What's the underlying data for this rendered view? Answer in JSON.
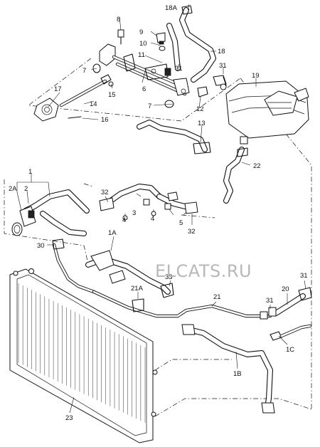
{
  "watermark": "ELCATS.RU",
  "callouts": {
    "c1": "1",
    "c2": "2",
    "c2a": "2A",
    "c1a": "1A",
    "c1b": "1B",
    "c1c": "1C",
    "c3": "3",
    "c4a": "4",
    "c4b": "4",
    "c5": "5",
    "c6": "6",
    "c7a": "7",
    "c7b": "7",
    "c8": "8",
    "c9": "9",
    "c10": "10",
    "c11": "11",
    "c12": "12",
    "c13": "13",
    "c14": "14",
    "c15": "15",
    "c16": "16",
    "c17": "17",
    "c18": "18",
    "c18a": "18A",
    "c19": "19",
    "c20": "20",
    "c21": "21",
    "c21a": "21A",
    "c22": "22",
    "c23": "23",
    "c30": "30",
    "c31a": "31",
    "c31b": "31",
    "c31c": "31",
    "c31d": "31",
    "c32a": "32",
    "c32b": "32",
    "c33": "33"
  }
}
